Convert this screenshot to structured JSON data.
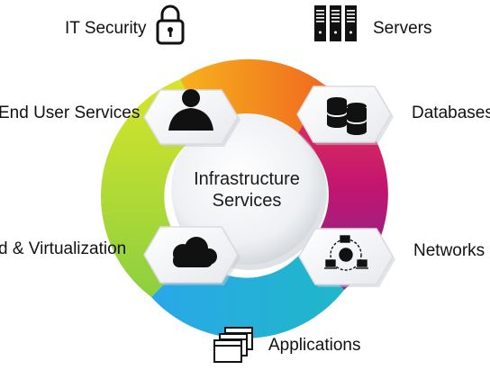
{
  "diagram": {
    "center": {
      "line1": "Infrastructure",
      "line2": "Services"
    },
    "services": {
      "it_security": "IT Security",
      "servers": "Servers",
      "end_user_services": "End User Services",
      "databases": "Databases",
      "cloud_virtualization": "d & Virtualization",
      "networks": "Networks",
      "applications": "Applications"
    },
    "ring_colors": [
      "#f39a1b",
      "#e2157f",
      "#8a2a8f",
      "#1fa7cf",
      "#2c7fd0",
      "#9bd23c",
      "#c6df2a"
    ],
    "icons": [
      "lock-icon",
      "server-rack-icon",
      "user-icon",
      "database-icon",
      "cloud-icon",
      "network-globe-icon",
      "app-windows-icon"
    ]
  }
}
